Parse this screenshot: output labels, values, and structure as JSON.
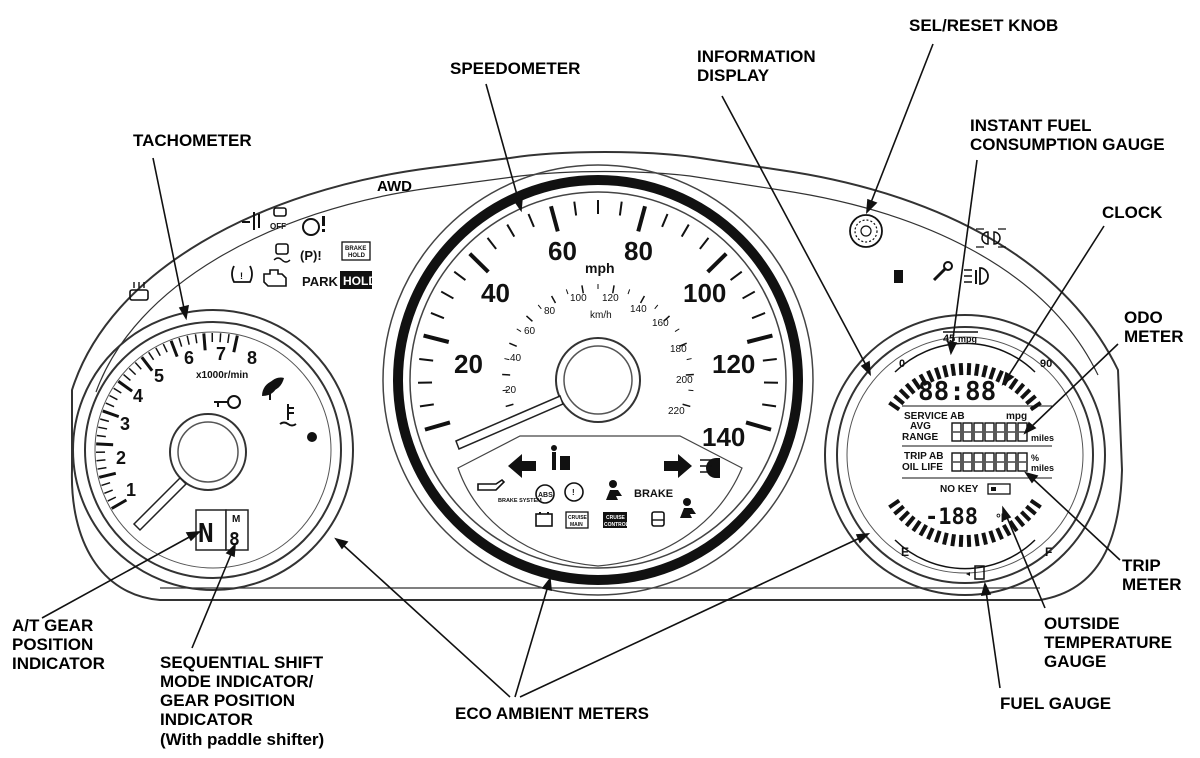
{
  "callouts": {
    "tachometer": "TACHOMETER",
    "speedometer": "SPEEDOMETER",
    "info_display_1": "INFORMATION",
    "info_display_2": "DISPLAY",
    "sel_reset": "SEL/RESET KNOB",
    "instant_fuel_1": "INSTANT FUEL",
    "instant_fuel_2": "CONSUMPTION GAUGE",
    "clock": "CLOCK",
    "odo_1": "ODO",
    "odo_2": "METER",
    "trip_1": "TRIP",
    "trip_2": "METER",
    "outside_temp_1": "OUTSIDE",
    "outside_temp_2": "TEMPERATURE",
    "outside_temp_3": "GAUGE",
    "fuel_gauge": "FUEL GAUGE",
    "eco": "ECO AMBIENT METERS",
    "at_gear_1": "A/T GEAR",
    "at_gear_2": "POSITION",
    "at_gear_3": "INDICATOR",
    "seq_1": "SEQUENTIAL SHIFT",
    "seq_2": "MODE INDICATOR/",
    "seq_3": "GEAR POSITION",
    "seq_4": "INDICATOR",
    "seq_5": "(With paddle shifter)"
  },
  "tachometer": {
    "numbers": [
      "1",
      "2",
      "3",
      "4",
      "5",
      "6",
      "7",
      "8"
    ],
    "unit": "x1000r/min"
  },
  "speedometer": {
    "mph_numbers": [
      "20",
      "40",
      "60",
      "80",
      "100",
      "120",
      "140"
    ],
    "mph_unit": "mph",
    "kmh_numbers": [
      "20",
      "40",
      "60",
      "80",
      "100",
      "120",
      "140",
      "160",
      "180",
      "200",
      "220"
    ],
    "kmh_unit": "km/h"
  },
  "indicators": {
    "awd": "AWD",
    "park": "PARK",
    "hold": "HOLD",
    "brake_hold": "BRAKE HOLD",
    "brake": "BRAKE",
    "brake_system": "BRAKE SYSTEM",
    "abs": "ABS",
    "cruise_main": "CRUISE MAIN",
    "cruise_control": "CRUISE CONTROL",
    "off": "OFF",
    "m": "M",
    "p_excl": "(P)!"
  },
  "info_display": {
    "left_scale": "0",
    "right_scale": "90",
    "mpg_value": "45",
    "mpg_unit": "mpg",
    "clock": "88:88",
    "service": "SERVICE AB",
    "mpg_label": "mpg",
    "avg": "AVG",
    "range": "RANGE",
    "miles_1": "miles",
    "trip": "TRIP AB",
    "oil_life": "OIL LIFE",
    "percent": "%",
    "miles_2": "miles",
    "no_key": "NO KEY",
    "temp": "-188",
    "temp_unit": "°F",
    "fuel_e": "E",
    "fuel_f": "F"
  }
}
